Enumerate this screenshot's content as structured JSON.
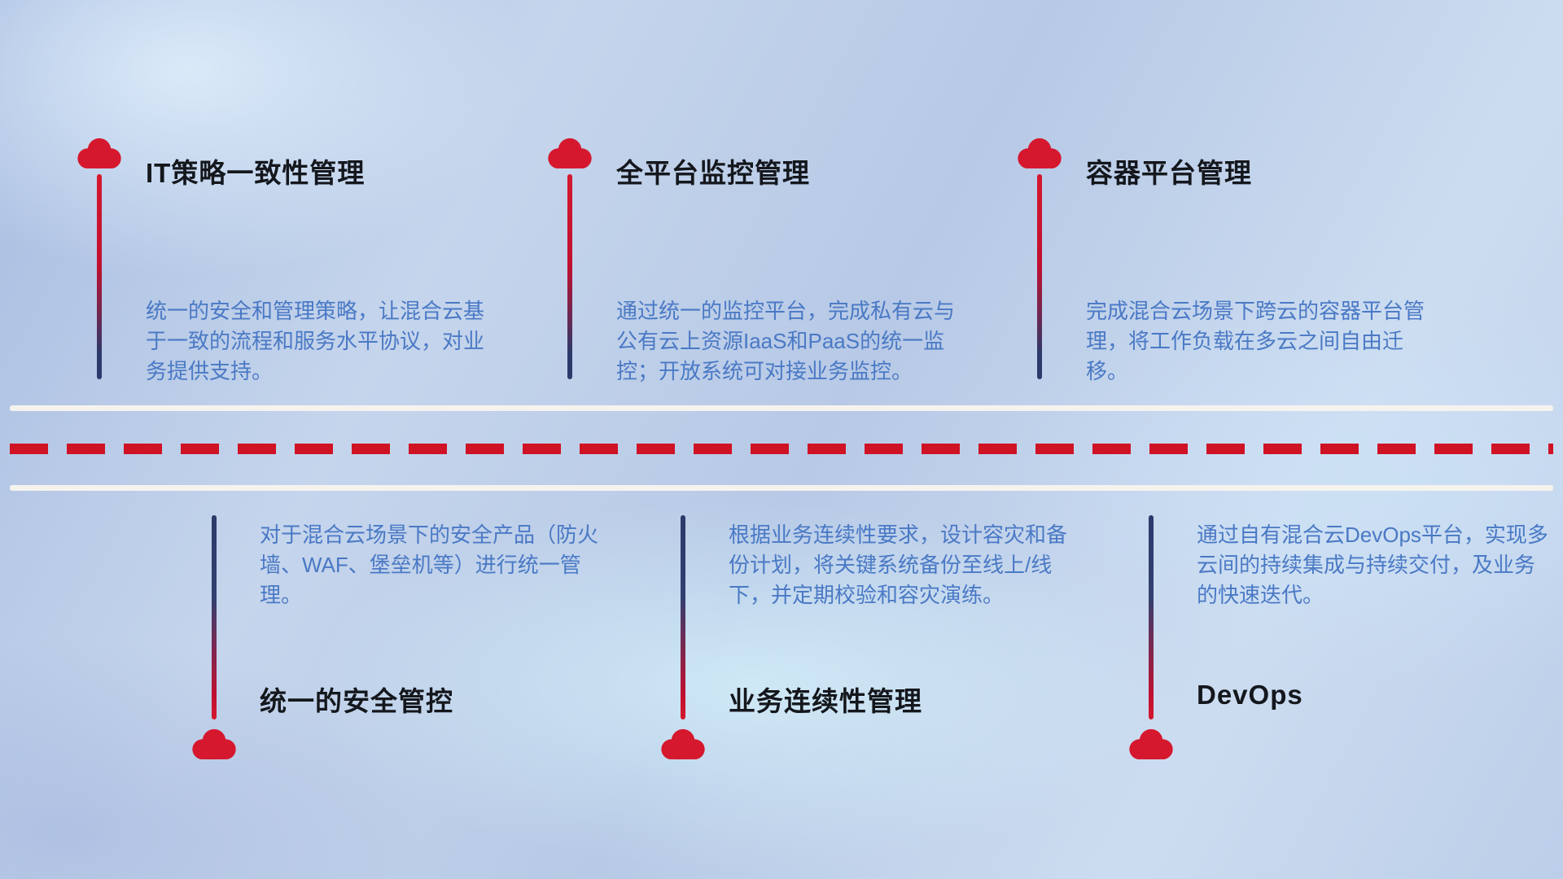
{
  "colors": {
    "cloud_red": "#d5182e",
    "stem_navy": "#2b3a6b",
    "dash_red": "#d01225",
    "road_white": "#f6f3ee",
    "title_text": "#14171c",
    "desc_text": "#4a79c5",
    "background_blue": "#bccee9"
  },
  "icons": {
    "cloud": "cloud-icon"
  },
  "top_items": [
    {
      "title": "IT策略一致性管理",
      "desc": "统一的安全和管理策略，让混合云基于一致的流程和服务水平协议，对业务提供支持。"
    },
    {
      "title": "全平台监控管理",
      "desc": "通过统一的监控平台，完成私有云与公有云上资源IaaS和PaaS的统一监控；开放系统可对接业务监控。"
    },
    {
      "title": "容器平台管理",
      "desc": "完成混合云场景下跨云的容器平台管理，将工作负载在多云之间自由迁移。"
    }
  ],
  "bottom_items": [
    {
      "title": "统一的安全管控",
      "desc": "对于混合云场景下的安全产品（防火墙、WAF、堡垒机等）进行统一管理。"
    },
    {
      "title": "业务连续性管理",
      "desc": "根据业务连续性要求，设计容灾和备份计划，将关键系统备份至线上/线下，并定期校验和容灾演练。"
    },
    {
      "title": "DevOps",
      "desc": "通过自有混合云DevOps平台，实现多云间的持续集成与持续交付，及业务的快速迭代。"
    }
  ]
}
